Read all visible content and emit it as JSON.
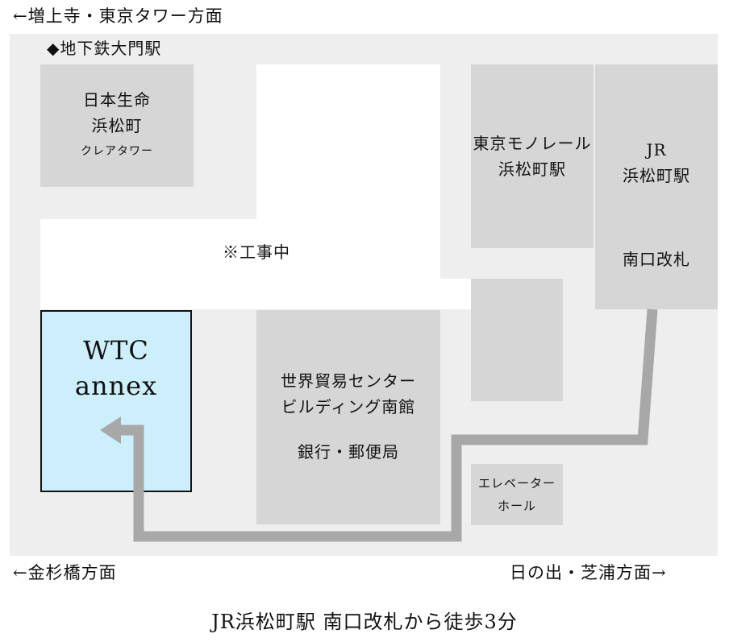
{
  "directions": {
    "top_left": "←増上寺・東京タワー方面",
    "bottom_left": "←金杉橋方面",
    "bottom_right": "日の出・芝浦方面→"
  },
  "station_marker": "◆地下鉄大門駅",
  "buildings": {
    "nissay_line1": "日本生命",
    "nissay_line2": "浜松町",
    "nissay_line3": "クレアタワー",
    "monorail_line1": "東京モノレール",
    "monorail_line2": "浜松町駅",
    "jr_line1": "JR",
    "jr_line2": "浜松町駅",
    "jr_gate": "南口改札",
    "construction": "※工事中",
    "wtc_south_line1": "世界貿易センター",
    "wtc_south_line2": "ビルディング南館",
    "wtc_south_line3": "銀行・郵便局",
    "elevator_line1": "エレベーター",
    "elevator_line2": "ホール",
    "wtc_annex_line1": "WTC",
    "wtc_annex_line2": "annex"
  },
  "footer": "JR浜松町駅 南口改札から徒歩3分",
  "colors": {
    "map_background": "#eeeeee",
    "building": "#d6d6d6",
    "highlight": "#cdeefb",
    "route": "#a8a8a8"
  }
}
